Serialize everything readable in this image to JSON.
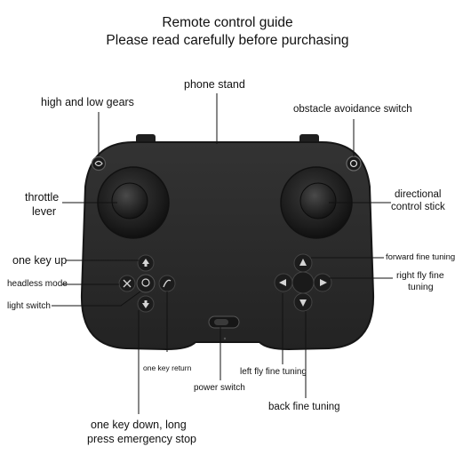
{
  "header": {
    "title_line1": "Remote control guide",
    "title_line2": "Please read carefully before purchasing"
  },
  "labels": {
    "phone_stand": "phone stand",
    "high_low_gears": "high and low gears",
    "obstacle_switch": "obstacle avoidance switch",
    "throttle_line1": "throttle",
    "throttle_line2": "lever",
    "directional_line1": "directional",
    "directional_line2": "control stick",
    "one_key_up": "one key up",
    "headless_mode": "headless mode",
    "light_switch": "light switch",
    "forward_fine_tuning": "forward fine tuning",
    "right_fly_line1": "right fly fine",
    "right_fly_line2": "tuning",
    "one_key_return": "one key return",
    "power_switch": "power switch",
    "left_fly_fine_tuning": "left fly fine tuning",
    "back_fine_tuning": "back fine tuning",
    "one_key_down_line1": "one key down, long",
    "one_key_down_line2": "press emergency stop"
  },
  "colors": {
    "body": "#2b2b2b",
    "body_edge": "#161616",
    "button": "#1c1c1c",
    "leader_line": "#111111"
  },
  "icons": {
    "gear_button": "gear-toggle-icon",
    "obstacle_button": "obstacle-switch-icon",
    "up_arrow": "arrow-up-icon",
    "down_arrow": "arrow-down-icon",
    "left_arrow": "arrow-left-icon",
    "right_arrow": "arrow-right-icon"
  }
}
